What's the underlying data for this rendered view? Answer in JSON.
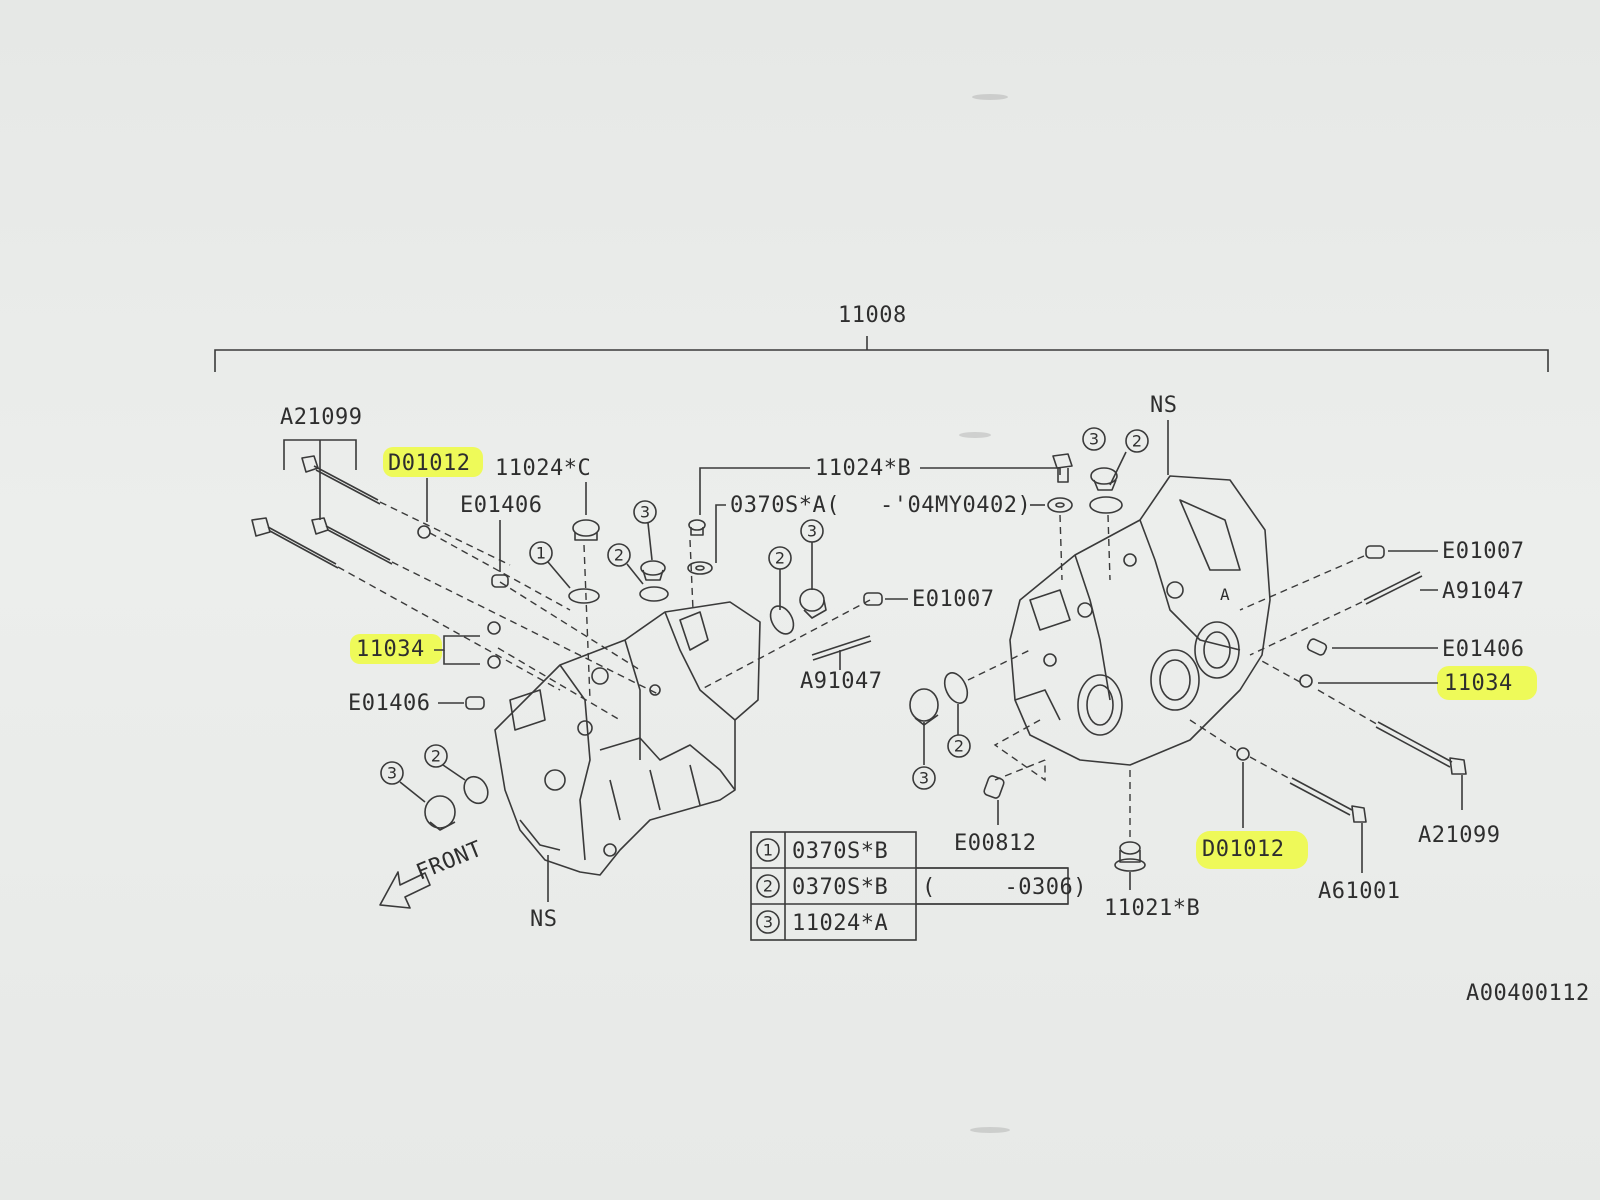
{
  "assembly_number": "11008",
  "figure_number": "A00400112",
  "highlight_color": "#eefc3f",
  "ink_color": "#3a3a3a",
  "labels": {
    "ns_top": "NS",
    "ns_bottom": "NS",
    "front": "FRONT",
    "a21099_left": "A21099",
    "a21099_right": "A21099",
    "d01012_left": "D01012",
    "d01012_right": "D01012",
    "p11024c": "11024*C",
    "p11024b": "11024*B",
    "e01406_top": "E01406",
    "e01406_left": "E01406",
    "e01406_right": "E01406",
    "p0370sa": "0370S*A(",
    "p04my": "-'04MY0402)",
    "e01007_mid": "E01007",
    "e01007_right": "E01007",
    "a91047_mid": "A91047",
    "a91047_right": "A91047",
    "p11034_left": "11034",
    "p11034_right": "11034",
    "e00812": "E00812",
    "p11021b": "11021*B",
    "a61001": "A61001"
  },
  "callouts": [
    "1",
    "2",
    "3"
  ],
  "legend": [
    {
      "num": "1",
      "part": "0370S*B",
      "note": ""
    },
    {
      "num": "2",
      "part": "0370S*B",
      "note": "(     -0306)"
    },
    {
      "num": "3",
      "part": "11024*A",
      "note": ""
    }
  ]
}
